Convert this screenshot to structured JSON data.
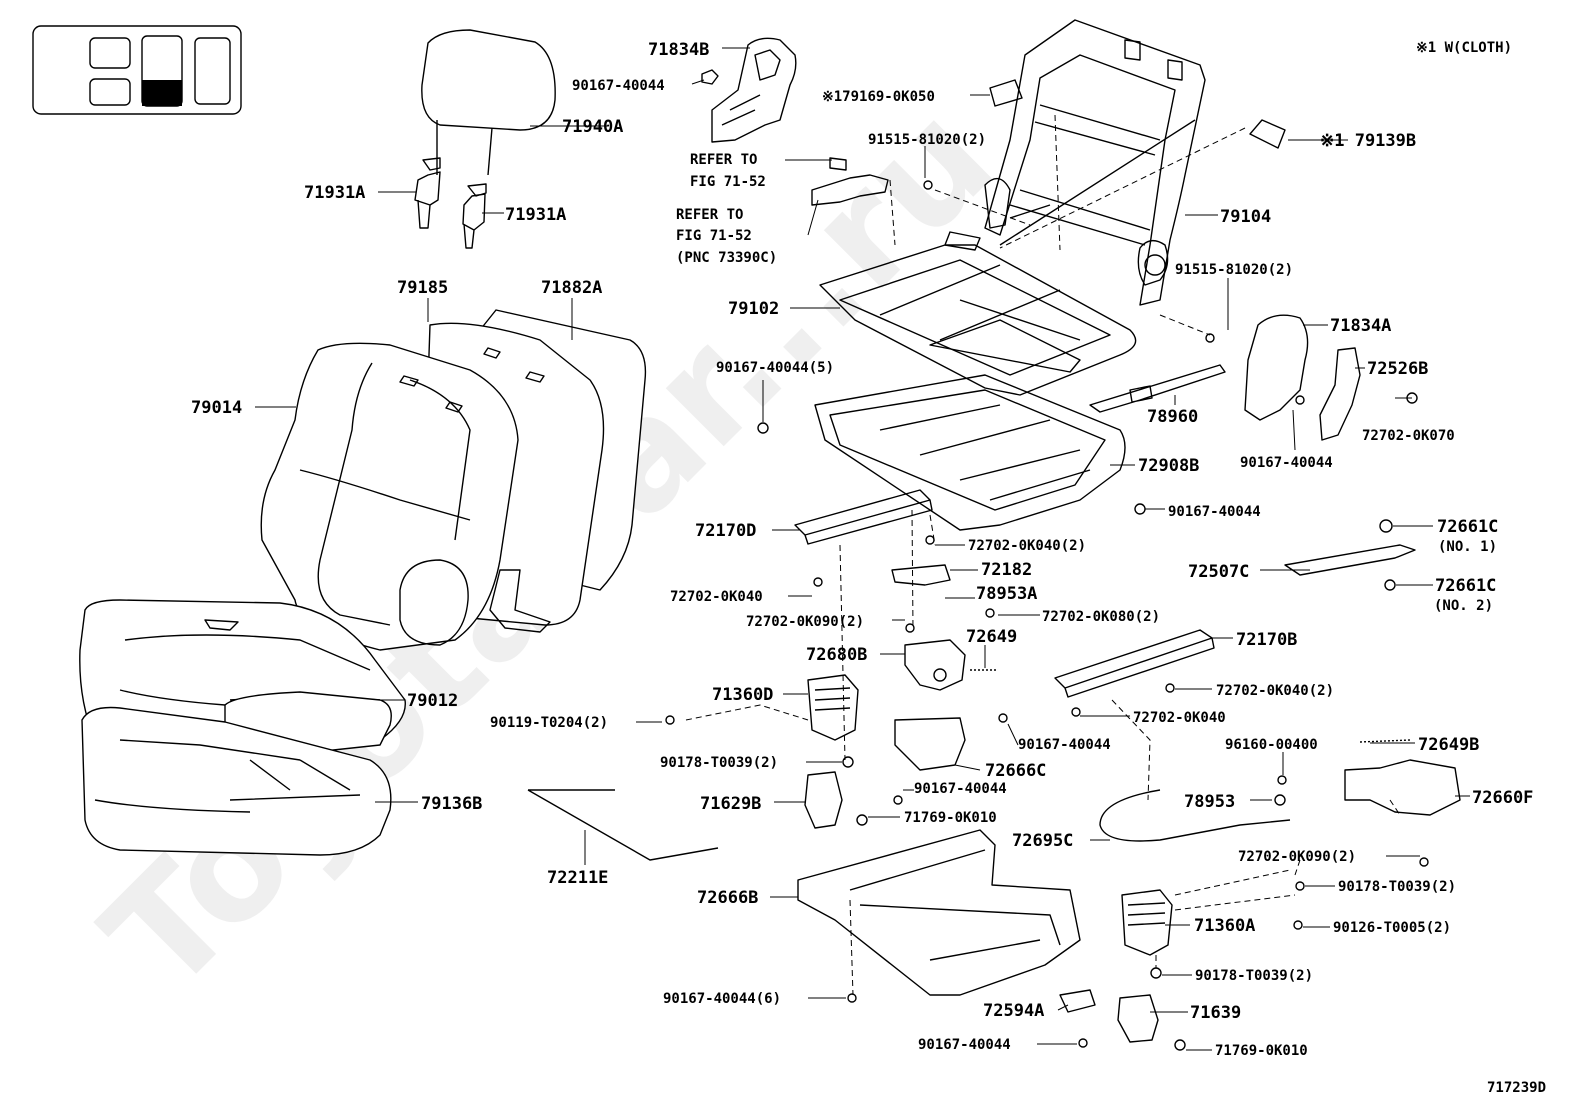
{
  "diagram": {
    "note": "※1 W(CLOTH)",
    "figure_number": "717239D",
    "watermark": "ToyotaCar...ru",
    "reference_1": [
      "REFER TO",
      "FIG 71-52"
    ],
    "reference_2": [
      "REFER TO",
      "FIG 71-52",
      "(PNC 73390C)"
    ],
    "parts": {
      "p71834B": "71834B",
      "p90167_40044_a": "90167-40044",
      "p179169": "※179169-0K050",
      "p91515_a": "91515-81020(2)",
      "p79139B": "※1 79139B",
      "p71940A": "71940A",
      "p71931A_l": "71931A",
      "p71931A_r": "71931A",
      "p79104": "79104",
      "p91515_b": "91515-81020(2)",
      "p79185": "79185",
      "p71882A": "71882A",
      "p79102": "79102",
      "p71834A": "71834A",
      "p79014": "79014",
      "p90167_40044_5": "90167-40044(5)",
      "p72526B": "72526B",
      "p78960": "78960",
      "p72702_0K070": "72702-0K070",
      "p90167_40044_b": "90167-40044",
      "p72908B": "72908B",
      "p90167_40044_c": "90167-40044",
      "p72170D": "72170D",
      "p72661C_1": "72661C",
      "p72661C_1_note": "(NO. 1)",
      "p72702_0K040_2a": "72702-0K040(2)",
      "p72182": "72182",
      "p72507C": "72507C",
      "p72661C_2": "72661C",
      "p72661C_2_note": "(NO. 2)",
      "p72702_0K040_a": "72702-0K040",
      "p78953A": "78953A",
      "p72702_0K080": "72702-0K080(2)",
      "p72702_0K090_a": "72702-0K090(2)",
      "p72649": "72649",
      "p72170B": "72170B",
      "p72680B": "72680B",
      "p71360D": "71360D",
      "p72702_0K040_2b": "72702-0K040(2)",
      "p79012": "79012",
      "p90119": "90119-T0204(2)",
      "p72702_0K040_b": "72702-0K040",
      "p90167_40044_d": "90167-40044",
      "p96160": "96160-00400",
      "p72649B": "72649B",
      "p90178_a": "90178-T0039(2)",
      "p72666C": "72666C",
      "p90167_40044_e": "90167-40044",
      "p78953": "78953",
      "p72660F": "72660F",
      "p79136B": "79136B",
      "p71629B": "71629B",
      "p71769_a": "71769-0K010",
      "p72695C": "72695C",
      "p72702_0K090_b": "72702-0K090(2)",
      "p72211E": "72211E",
      "p90178_b": "90178-T0039(2)",
      "p72666B": "72666B",
      "p71360A": "71360A",
      "p90126": "90126-T0005(2)",
      "p90178_c": "90178-T0039(2)",
      "p90167_40044_6": "90167-40044(6)",
      "p72594A": "72594A",
      "p71639": "71639",
      "p90167_40044_f": "90167-40044",
      "p71769_b": "71769-0K010"
    }
  }
}
